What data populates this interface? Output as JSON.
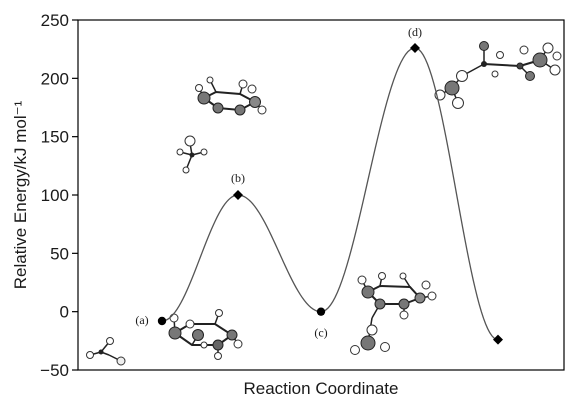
{
  "chart_data": {
    "type": "line",
    "title": "",
    "xlabel": "Reaction Coordinate",
    "ylabel": "Relative Energy/kJ mol⁻¹",
    "ylim": [
      -50,
      250
    ],
    "yticks": [
      -50,
      0,
      50,
      100,
      150,
      200,
      250
    ],
    "grid": false,
    "legend": "none",
    "series": [
      {
        "points": [
          {
            "x": 1,
            "y": -8,
            "label": "(a)",
            "marker": "circle"
          },
          {
            "x": 2,
            "y": 100,
            "label": "(b)",
            "marker": "diamond"
          },
          {
            "x": 3,
            "y": 0,
            "label": "(c)",
            "marker": "circle"
          },
          {
            "x": 4,
            "y": 226,
            "label": "(d)",
            "marker": "diamond"
          },
          {
            "x": 5,
            "y": -24,
            "label": "",
            "marker": "diamond"
          }
        ]
      }
    ],
    "colors": {
      "line": "#555555",
      "marker": "#000000",
      "axis": "#000000"
    }
  }
}
